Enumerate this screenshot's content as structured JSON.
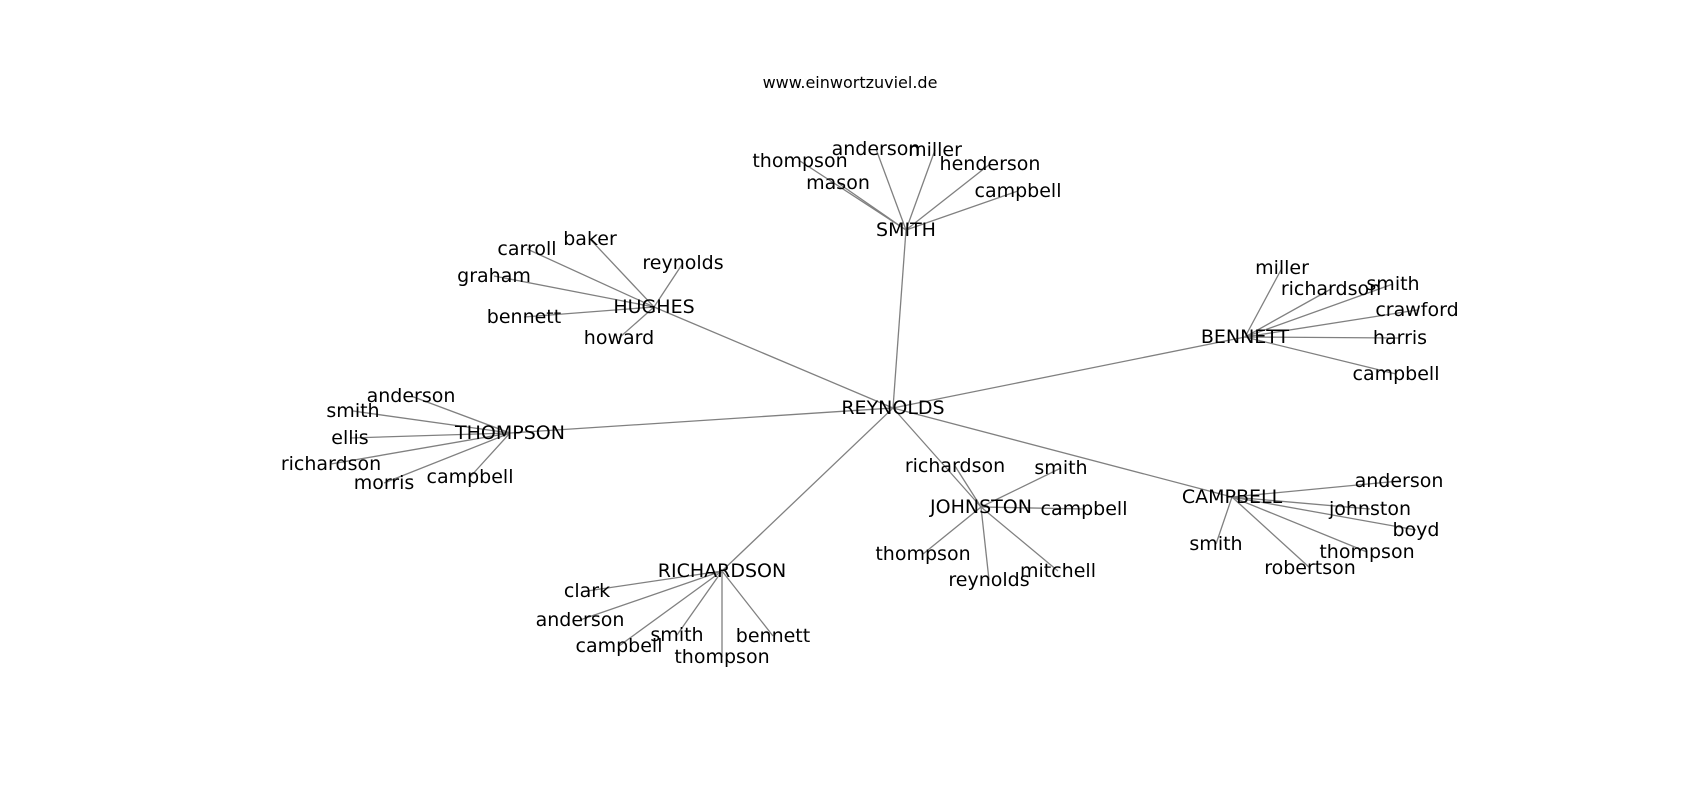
{
  "header": {
    "site": "www.einwortzuviel.de"
  },
  "graph": {
    "root": "REYNOLDS",
    "clusters": [
      {
        "hub": "SMITH",
        "leaves": [
          "thompson",
          "anderson",
          "miller",
          "henderson",
          "mason",
          "campbell"
        ]
      },
      {
        "hub": "HUGHES",
        "leaves": [
          "baker",
          "carroll",
          "reynolds",
          "graham",
          "bennett",
          "howard"
        ]
      },
      {
        "hub": "BENNETT",
        "leaves": [
          "miller",
          "richardson",
          "smith",
          "crawford",
          "harris",
          "campbell"
        ]
      },
      {
        "hub": "THOMPSON",
        "leaves": [
          "anderson",
          "smith",
          "ellis",
          "richardson",
          "morris",
          "campbell"
        ]
      },
      {
        "hub": "JOHNSTON",
        "leaves": [
          "richardson",
          "smith",
          "campbell",
          "thompson",
          "reynolds",
          "mitchell"
        ]
      },
      {
        "hub": "CAMPBELL",
        "leaves": [
          "anderson",
          "johnston",
          "boyd",
          "smith",
          "thompson",
          "robertson"
        ]
      },
      {
        "hub": "RICHARDSON",
        "leaves": [
          "clark",
          "anderson",
          "campbell",
          "smith",
          "bennett",
          "thompson"
        ]
      }
    ]
  }
}
